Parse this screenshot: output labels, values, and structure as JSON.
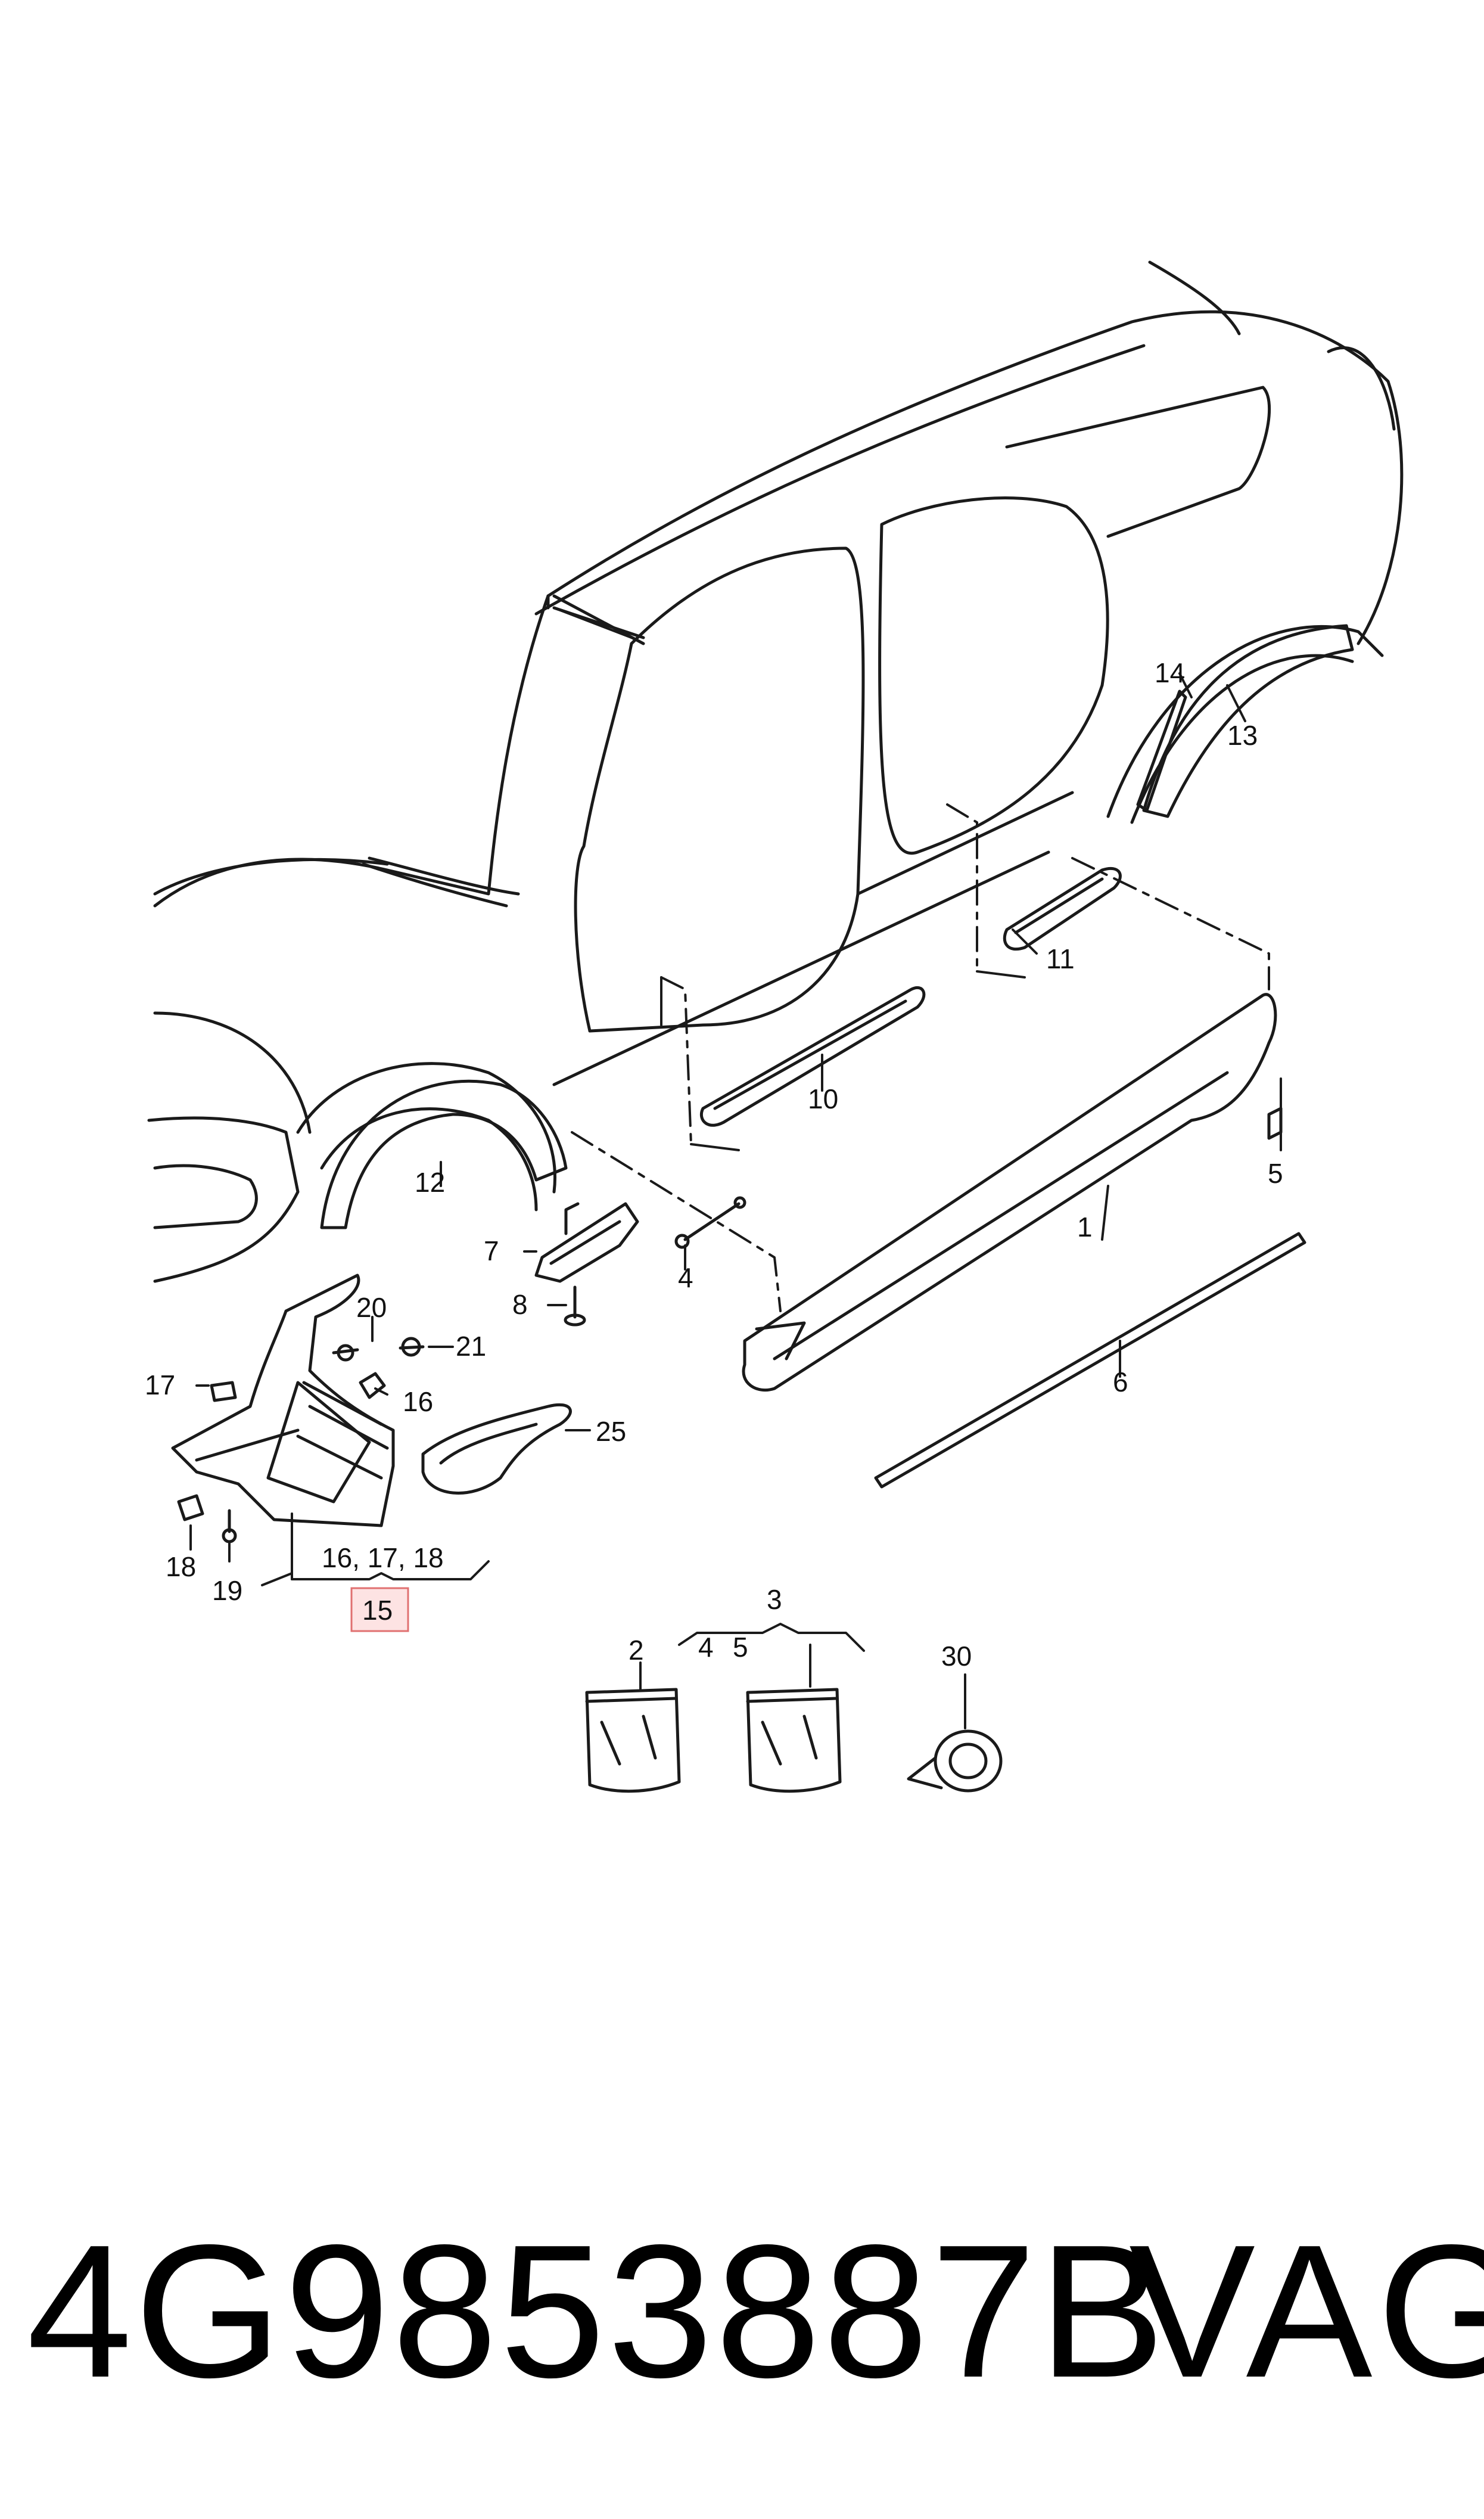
{
  "callouts": {
    "c1": "1",
    "c2": "2",
    "c3": "3",
    "c4": "4",
    "c5": "5",
    "c6": "6",
    "c7": "7",
    "c8": "8",
    "c10": "10",
    "c11": "11",
    "c12": "12",
    "c13": "13",
    "c14": "14",
    "c15": "15",
    "c16": "16",
    "c17": "17",
    "c18": "18",
    "c19": "19",
    "c20": "20",
    "c21": "21",
    "c25": "25",
    "c30": "30",
    "group_16_17_18": "16, 17, 18",
    "group_4": "4",
    "group_5": "5"
  },
  "footer": {
    "part_number": "4G9853887B",
    "brand": "VAG"
  },
  "colors": {
    "line": "#1a1a1a",
    "highlight_border": "#e07070",
    "highlight_fill": "#fde3e3"
  }
}
